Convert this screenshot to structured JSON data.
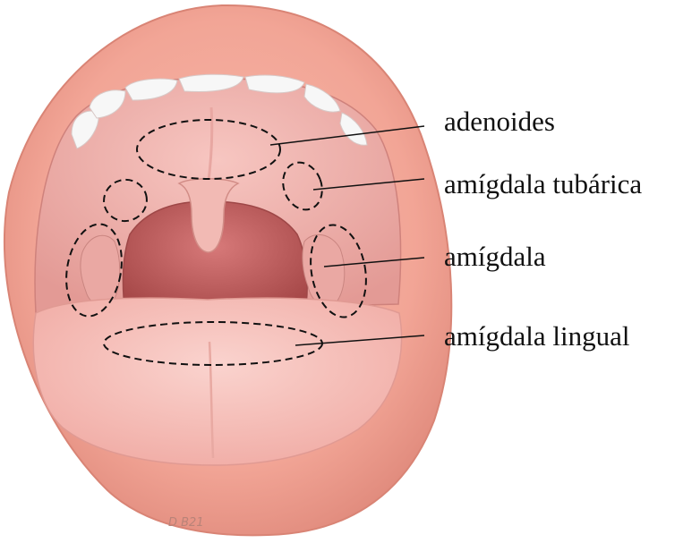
{
  "diagram": {
    "labels": {
      "adenoids": "adenoides",
      "tubal_tonsil": "amígdala tubárica",
      "palatine_tonsil": "amígdala",
      "lingual_tonsil": "amígdala lingual"
    },
    "signature": "D B21",
    "colors": {
      "lips": "#f2a596",
      "lips_dark": "#e08a7c",
      "palate": "#f0b3ae",
      "throat": "#b85a5a",
      "tongue": "#f6c3bd",
      "teeth": "#f7f7f7",
      "outline": "#111111"
    }
  }
}
